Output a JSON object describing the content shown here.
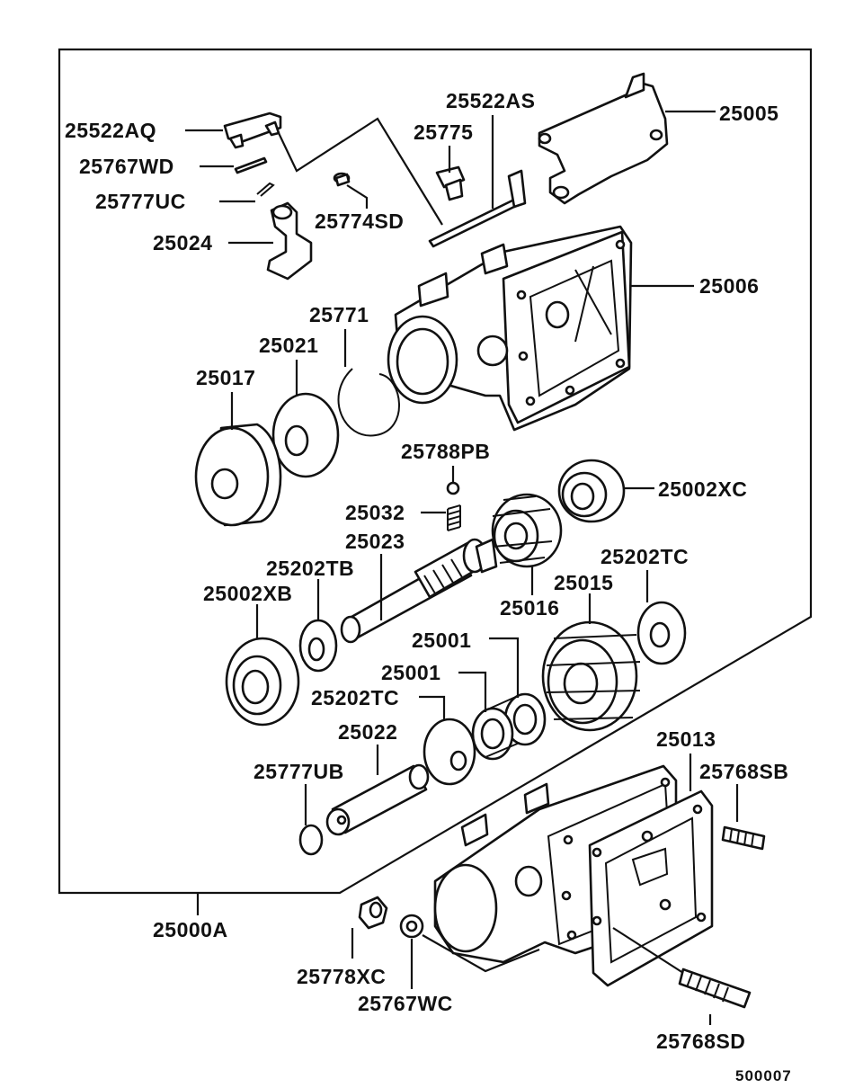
{
  "diagram": {
    "figure_code": "500007",
    "assembly_label": "25000A"
  },
  "labels": {
    "p25522AQ": "25522AQ",
    "p25767WD": "25767WD",
    "p25777UC": "25777UC",
    "p25024": "25024",
    "p25774SD": "25774SD",
    "p25775": "25775",
    "p25522AS": "25522AS",
    "p25005": "25005",
    "p25006": "25006",
    "p25771": "25771",
    "p25021": "25021",
    "p25017": "25017",
    "p25788PB": "25788PB",
    "p25002XC": "25002XC",
    "p25032": "25032",
    "p25023": "25023",
    "p25202TB": "25202TB",
    "p25202TC_right": "25202TC",
    "p25015": "25015",
    "p25016": "25016",
    "p25002XB": "25002XB",
    "p25001_a": "25001",
    "p25001_b": "25001",
    "p25202TC_left": "25202TC",
    "p25022": "25022",
    "p25013": "25013",
    "p25768SB": "25768SB",
    "p25777UB": "25777UB",
    "p25778XC": "25778XC",
    "p25767WC": "25767WC",
    "p25768SD": "25768SD"
  }
}
